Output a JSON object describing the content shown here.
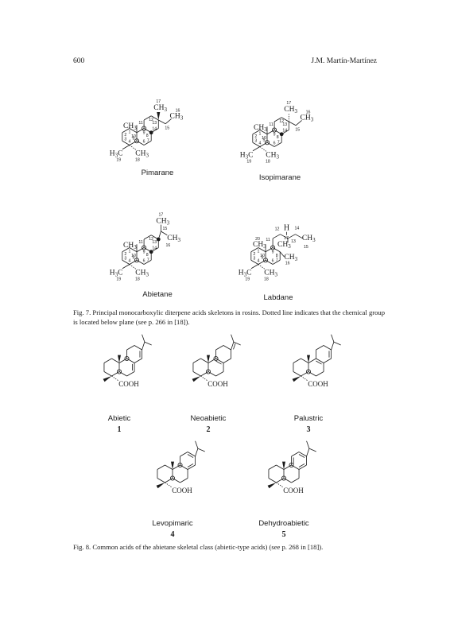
{
  "header": {
    "page_number": "600",
    "author": "J.M. Martín-Martínez"
  },
  "figure7": {
    "caption": "Fig. 7. Principal monocarboxylic diterpene acids skeletons in rosins. Dotted line indicates that the chemical group is located below plane (see p. 266 in [18]).",
    "skeletons": [
      {
        "name": "Pimarane"
      },
      {
        "name": "Isopimarane"
      },
      {
        "name": "Abietane"
      },
      {
        "name": "Labdane"
      }
    ],
    "labels": {
      "methyl": "CH3",
      "methyl_left": "H3C",
      "hydrogen": "H"
    },
    "atom_numbers": [
      "1",
      "2",
      "3",
      "4",
      "5",
      "6",
      "7",
      "8",
      "9",
      "10",
      "11",
      "12",
      "13",
      "14",
      "15",
      "16",
      "17",
      "18",
      "19",
      "20"
    ]
  },
  "figure8": {
    "caption": "Fig. 8. Common acids of the abietane skeletal class (abietic-type acids) (see p. 268 in [18]).",
    "group_label": "COOH",
    "acids": [
      {
        "name": "Abietic",
        "number": "1"
      },
      {
        "name": "Neoabietic",
        "number": "2"
      },
      {
        "name": "Palustric",
        "number": "3"
      },
      {
        "name": "Levopimaric",
        "number": "4"
      },
      {
        "name": "Dehydroabietic",
        "number": "5"
      }
    ]
  }
}
